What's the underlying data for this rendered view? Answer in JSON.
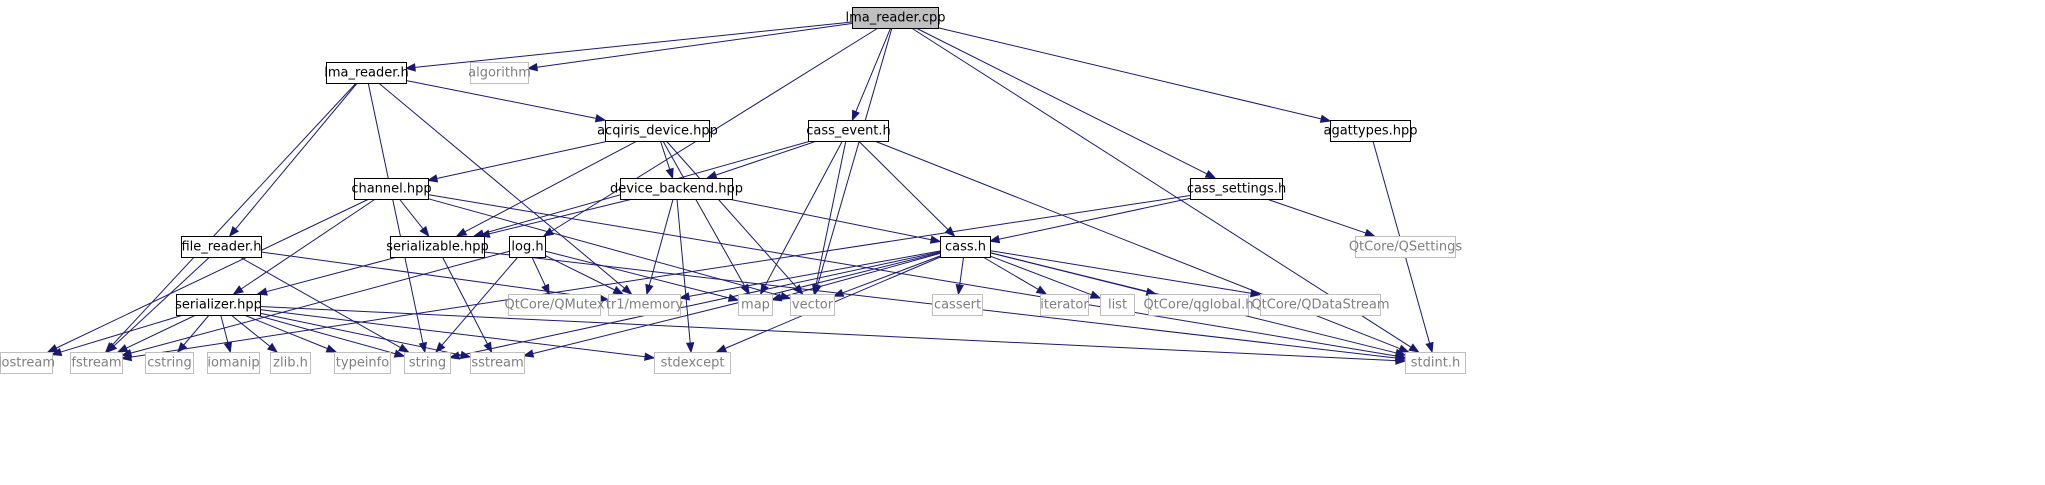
{
  "graph": {
    "colors": {
      "edge": "#191970",
      "root_fill": "#bfbfbf",
      "internal_border": "#000000",
      "external_border": "#bfbfbf",
      "internal_text": "#000000",
      "external_text": "#7f7f7f"
    },
    "nodes": [
      {
        "id": "lma_reader_cpp",
        "label": "lma_reader.cpp",
        "kind": "root"
      },
      {
        "id": "lma_reader_h",
        "label": "lma_reader.h",
        "kind": "internal"
      },
      {
        "id": "algorithm",
        "label": "algorithm",
        "kind": "external"
      },
      {
        "id": "acqiris_device_hpp",
        "label": "acqiris_device.hpp",
        "kind": "internal"
      },
      {
        "id": "cass_event_h",
        "label": "cass_event.h",
        "kind": "internal"
      },
      {
        "id": "agattypes_hpp",
        "label": "agattypes.hpp",
        "kind": "internal"
      },
      {
        "id": "channel_hpp",
        "label": "channel.hpp",
        "kind": "internal"
      },
      {
        "id": "device_backend_hpp",
        "label": "device_backend.hpp",
        "kind": "internal"
      },
      {
        "id": "cass_settings_h",
        "label": "cass_settings.h",
        "kind": "internal"
      },
      {
        "id": "file_reader_h",
        "label": "file_reader.h",
        "kind": "internal"
      },
      {
        "id": "serializable_hpp",
        "label": "serializable.hpp",
        "kind": "internal"
      },
      {
        "id": "log_h",
        "label": "log.h",
        "kind": "internal"
      },
      {
        "id": "cass_h",
        "label": "cass.h",
        "kind": "internal"
      },
      {
        "id": "qsettings",
        "label": "QtCore/QSettings",
        "kind": "external"
      },
      {
        "id": "serializer_hpp",
        "label": "serializer.hpp",
        "kind": "internal"
      },
      {
        "id": "qmutex",
        "label": "QtCore/QMutex",
        "kind": "external"
      },
      {
        "id": "tr1_memory",
        "label": "tr1/memory",
        "kind": "external"
      },
      {
        "id": "map",
        "label": "map",
        "kind": "external"
      },
      {
        "id": "vector",
        "label": "vector",
        "kind": "external"
      },
      {
        "id": "cassert",
        "label": "cassert",
        "kind": "external"
      },
      {
        "id": "iterator",
        "label": "iterator",
        "kind": "external"
      },
      {
        "id": "list",
        "label": "list",
        "kind": "external"
      },
      {
        "id": "qglobal",
        "label": "QtCore/qglobal.h",
        "kind": "external"
      },
      {
        "id": "qdatastream",
        "label": "QtCore/QDataStream",
        "kind": "external"
      },
      {
        "id": "iostream",
        "label": "iostream",
        "kind": "external"
      },
      {
        "id": "fstream",
        "label": "fstream",
        "kind": "external"
      },
      {
        "id": "cstring",
        "label": "cstring",
        "kind": "external"
      },
      {
        "id": "iomanip",
        "label": "iomanip",
        "kind": "external"
      },
      {
        "id": "zlib_h",
        "label": "zlib.h",
        "kind": "external"
      },
      {
        "id": "typeinfo",
        "label": "typeinfo",
        "kind": "external"
      },
      {
        "id": "string",
        "label": "string",
        "kind": "external"
      },
      {
        "id": "sstream",
        "label": "sstream",
        "kind": "external"
      },
      {
        "id": "stdexcept",
        "label": "stdexcept",
        "kind": "external"
      },
      {
        "id": "stdint_h",
        "label": "stdint.h",
        "kind": "external"
      }
    ],
    "edges": [
      [
        "lma_reader_cpp",
        "lma_reader_h"
      ],
      [
        "lma_reader_cpp",
        "algorithm"
      ],
      [
        "lma_reader_cpp",
        "log_h"
      ],
      [
        "lma_reader_cpp",
        "cass_event_h"
      ],
      [
        "lma_reader_cpp",
        "vector"
      ],
      [
        "lma_reader_cpp",
        "cass_settings_h"
      ],
      [
        "lma_reader_cpp",
        "agattypes_hpp"
      ],
      [
        "lma_reader_cpp",
        "stdint_h"
      ],
      [
        "lma_reader_h",
        "fstream"
      ],
      [
        "lma_reader_h",
        "file_reader_h"
      ],
      [
        "lma_reader_h",
        "string"
      ],
      [
        "lma_reader_h",
        "tr1_memory"
      ],
      [
        "lma_reader_h",
        "acqiris_device_hpp"
      ],
      [
        "acqiris_device_hpp",
        "channel_hpp"
      ],
      [
        "acqiris_device_hpp",
        "serializable_hpp"
      ],
      [
        "acqiris_device_hpp",
        "device_backend_hpp"
      ],
      [
        "acqiris_device_hpp",
        "map"
      ],
      [
        "acqiris_device_hpp",
        "vector"
      ],
      [
        "cass_event_h",
        "serializable_hpp"
      ],
      [
        "cass_event_h",
        "device_backend_hpp"
      ],
      [
        "cass_event_h",
        "map"
      ],
      [
        "cass_event_h",
        "vector"
      ],
      [
        "cass_event_h",
        "cass_h"
      ],
      [
        "cass_event_h",
        "stdint_h"
      ],
      [
        "agattypes_hpp",
        "stdint_h"
      ],
      [
        "channel_hpp",
        "iostream"
      ],
      [
        "channel_hpp",
        "serializable_hpp"
      ],
      [
        "channel_hpp",
        "serializer_hpp"
      ],
      [
        "channel_hpp",
        "vector"
      ],
      [
        "channel_hpp",
        "stdint_h"
      ],
      [
        "device_backend_hpp",
        "serializable_hpp"
      ],
      [
        "device_backend_hpp",
        "tr1_memory"
      ],
      [
        "device_backend_hpp",
        "stdexcept"
      ],
      [
        "device_backend_hpp",
        "cass_h"
      ],
      [
        "cass_settings_h",
        "cass_h"
      ],
      [
        "cass_settings_h",
        "qsettings"
      ],
      [
        "cass_settings_h",
        "fstream"
      ],
      [
        "file_reader_h",
        "fstream"
      ],
      [
        "file_reader_h",
        "string"
      ],
      [
        "file_reader_h",
        "tr1_memory"
      ],
      [
        "serializable_hpp",
        "serializer_hpp"
      ],
      [
        "serializable_hpp",
        "sstream"
      ],
      [
        "serializable_hpp",
        "stdint_h"
      ],
      [
        "log_h",
        "fstream"
      ],
      [
        "log_h",
        "qmutex"
      ],
      [
        "log_h",
        "tr1_memory"
      ],
      [
        "log_h",
        "map"
      ],
      [
        "log_h",
        "string"
      ],
      [
        "cass_h",
        "tr1_memory"
      ],
      [
        "cass_h",
        "map"
      ],
      [
        "cass_h",
        "vector"
      ],
      [
        "cass_h",
        "cassert"
      ],
      [
        "cass_h",
        "iterator"
      ],
      [
        "cass_h",
        "list"
      ],
      [
        "cass_h",
        "qglobal"
      ],
      [
        "cass_h",
        "qdatastream"
      ],
      [
        "cass_h",
        "stdint_h"
      ],
      [
        "cass_h",
        "string"
      ],
      [
        "cass_h",
        "sstream"
      ],
      [
        "cass_h",
        "stdexcept"
      ],
      [
        "serializer_hpp",
        "iostream"
      ],
      [
        "serializer_hpp",
        "fstream"
      ],
      [
        "serializer_hpp",
        "cstring"
      ],
      [
        "serializer_hpp",
        "iomanip"
      ],
      [
        "serializer_hpp",
        "zlib_h"
      ],
      [
        "serializer_hpp",
        "typeinfo"
      ],
      [
        "serializer_hpp",
        "string"
      ],
      [
        "serializer_hpp",
        "sstream"
      ],
      [
        "serializer_hpp",
        "stdexcept"
      ],
      [
        "serializer_hpp",
        "stdint_h"
      ]
    ]
  }
}
